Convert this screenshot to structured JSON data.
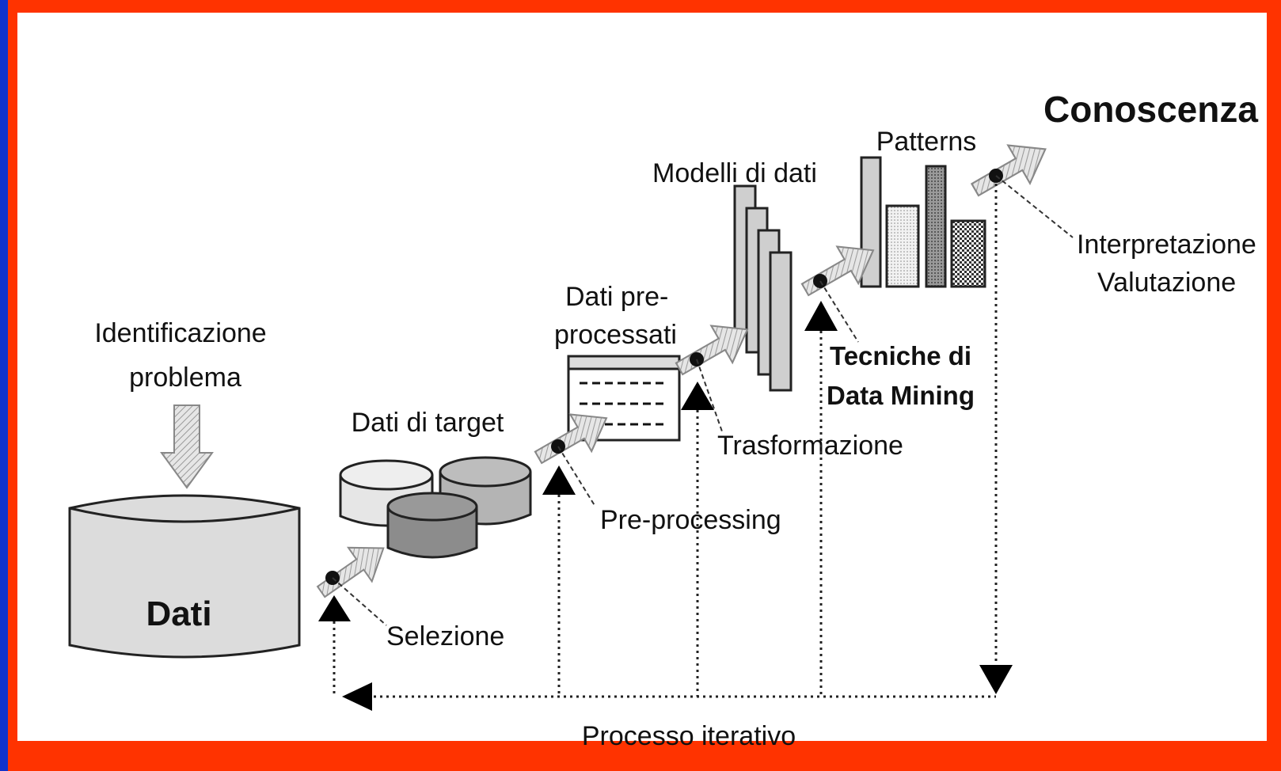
{
  "colors": {
    "frame": "#ff3300",
    "edge": "#1133cc",
    "background": "#ffffff",
    "shape_fill_light": "#dcdcdc",
    "shape_fill_mid": "#b4b4b4",
    "shape_fill_dark": "#8c8c8c"
  },
  "labels": {
    "identificazione_line1": "Identificazione",
    "identificazione_line2": "problema",
    "dati": "Dati",
    "dati_target": "Dati di target",
    "selezione": "Selezione",
    "dati_preprocessati_line1": "Dati pre-",
    "dati_preprocessati_line2": "processati",
    "preprocessing": "Pre-processing",
    "modelli": "Modelli di dati",
    "trasformazione": "Trasformazione",
    "tecniche_line1": "Tecniche di",
    "tecniche_line2": "Data Mining",
    "patterns": "Patterns",
    "conoscenza": "Conoscenza",
    "interpretazione_line1": "Interpretazione",
    "interpretazione_line2": "Valutazione",
    "processo": "Processo iterativo"
  },
  "icons": {
    "step_arrow": "hatched-arrow-icon",
    "feedback_marker": "triangle-up-icon",
    "return_arrow": "triangle-left-icon"
  }
}
